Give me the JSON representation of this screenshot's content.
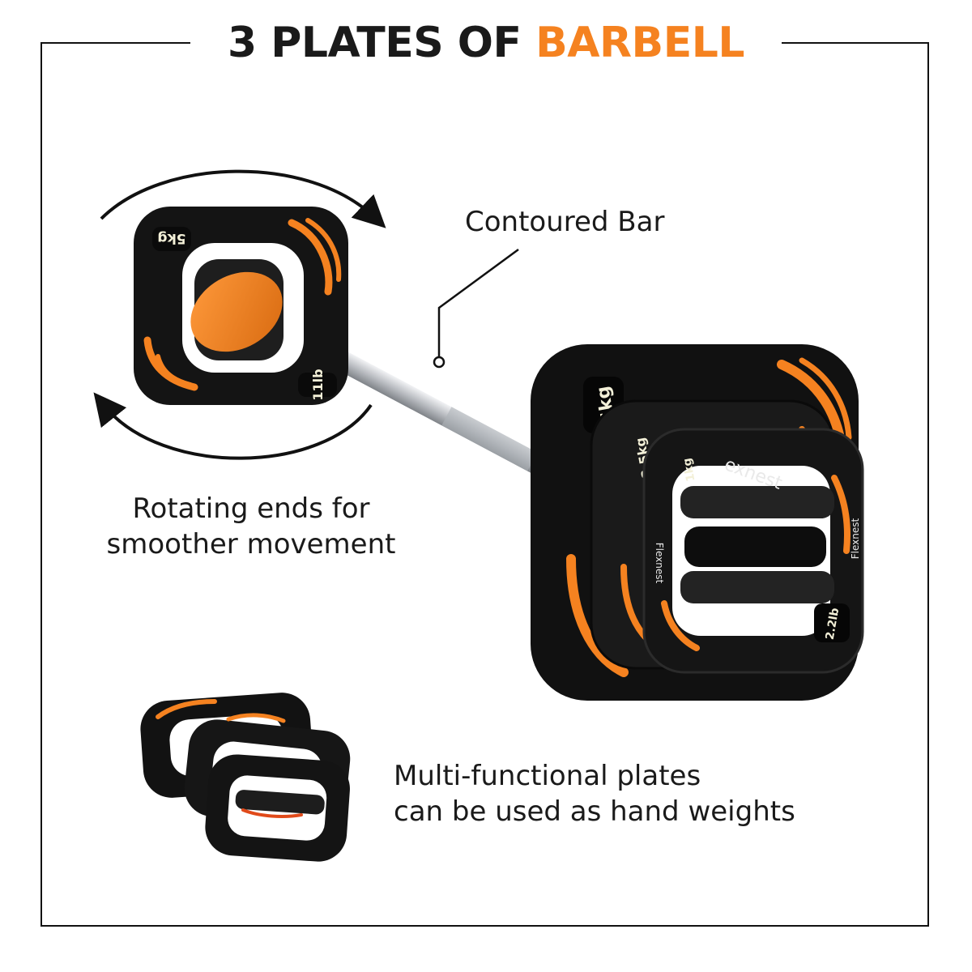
{
  "title": {
    "number": "3",
    "plain": "PLATES OF",
    "accent": "BARBELL"
  },
  "captions": {
    "bar": "Contoured Bar",
    "rotating_line1": "Rotating ends for",
    "rotating_line2": "smoother movement",
    "multi_line1": "Multi-functional plates",
    "multi_line2": "can be used as hand weights"
  },
  "plate_labels": {
    "small_plate_kg": "5kg",
    "small_plate_lb": "11lb",
    "big_plate_kg": "5kg",
    "mid_plate_kg": "2.5kg",
    "front_plate_kg": "1kg",
    "front_plate_lb": "2.2lb",
    "brand": "Flexnest",
    "bar_brand": "exnest"
  },
  "colors": {
    "accent": "#f58220",
    "plate": "#141414",
    "bar": "#c9ccd0"
  },
  "icons": [
    "rotate-arrow-top-icon",
    "rotate-arrow-bottom-icon",
    "leader-line-icon"
  ]
}
